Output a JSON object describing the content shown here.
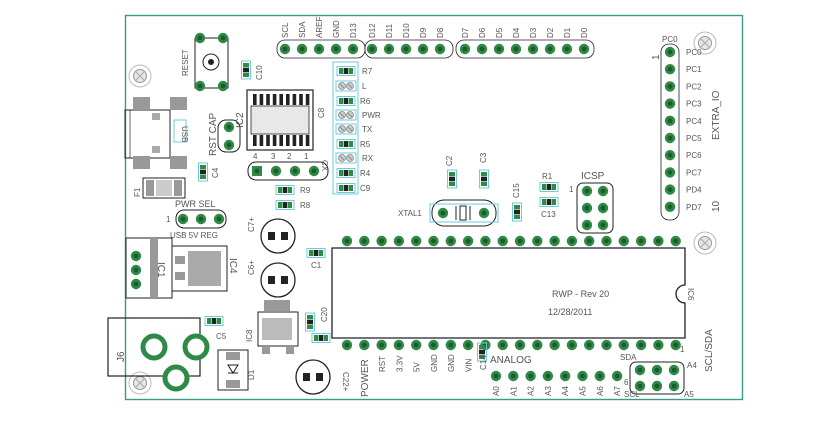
{
  "colors": {
    "board_outline": "#3a9a88",
    "pad_green": "#2f8a47",
    "pad_dark": "#1d5a2c",
    "part_outline": "#222222",
    "select_box": "#6ecbe0",
    "silk_text": "#555555"
  },
  "board": {
    "title": "RWP - Rev 20",
    "date": "12/28/2011"
  },
  "top_header": {
    "pins": [
      "SCL",
      "SDA",
      "AREF",
      "GND",
      "D13",
      "D12",
      "D11",
      "D10",
      "D9",
      "D8",
      "D7",
      "D6",
      "D5",
      "D4",
      "D3",
      "D2",
      "D1",
      "D0"
    ]
  },
  "extra_io": {
    "title": "EXTRA_IO",
    "pins": [
      "PC0",
      "PC1",
      "PC2",
      "PC3",
      "PC4",
      "PC5",
      "PC6",
      "PC7",
      "PD4",
      "PD7"
    ],
    "num_top": "1",
    "num_bottom": "10"
  },
  "labels": {
    "reset": "RESET",
    "rst_cap": "RST CAP",
    "c10": "C10",
    "usb": "USB",
    "ic2": "IC2",
    "c8": "C8",
    "r7": "R7",
    "l": "L",
    "r6": "R6",
    "pwr": "PWR",
    "tx": "TX",
    "r5": "R5",
    "rx": "RX",
    "r4": "R4",
    "c9": "C9",
    "cx": "CX",
    "cx_nums": [
      "4",
      "3",
      "2",
      "1"
    ],
    "c4": "C4",
    "f1": "F1",
    "r9": "R9",
    "r8": "R8",
    "pwr_sel": "PWR SEL",
    "pwr_sel_opts": "USB 5V REG",
    "pwr_sel_1": "1",
    "c7": "C7+",
    "c6": "C6+",
    "c1": "C1",
    "ic4": "IC4",
    "ic1": "IC1",
    "c5": "C5",
    "ic8": "IC8",
    "c20": "C20",
    "c22": "C22+",
    "j6": "J6",
    "d1": "D1",
    "c2": "C2",
    "c3": "C3",
    "xtal1": "XTAL1",
    "c15": "C15",
    "r1": "R1",
    "c13": "C13",
    "icsp": "ICSP",
    "icsp_1": "1",
    "ic6": "IC6",
    "c14": "C14",
    "power": "POWER",
    "power_pins": [
      "RST",
      "3.3V",
      "5V",
      "GND",
      "GND",
      "VIN"
    ],
    "analog": "ANALOG",
    "analog_pins": [
      "A0",
      "A1",
      "A2",
      "A3",
      "A4",
      "A5",
      "A6",
      "A7"
    ],
    "scl_sda": "SCL/SDA",
    "sda": "SDA",
    "scl": "SCL",
    "a4": "A4",
    "a5": "A5",
    "hdr_1": "1",
    "hdr_6": "6"
  }
}
